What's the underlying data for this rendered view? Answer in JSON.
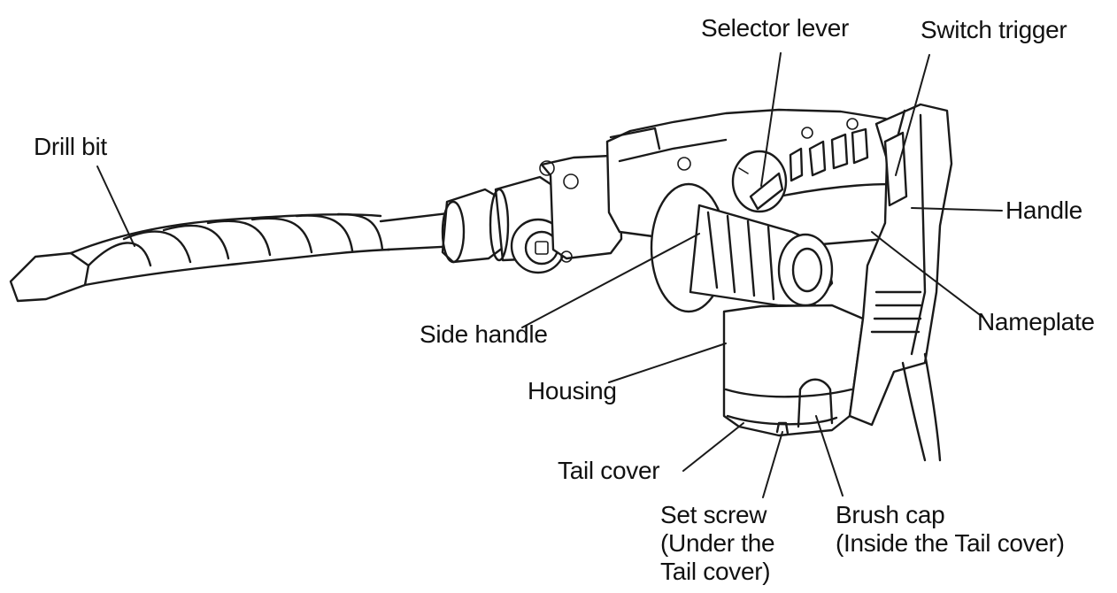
{
  "labels": {
    "drill_bit": "Drill bit",
    "selector_lever": "Selector lever",
    "switch_trigger": "Switch trigger",
    "handle": "Handle",
    "nameplate": "Nameplate",
    "side_handle": "Side handle",
    "housing": "Housing",
    "tail_cover": "Tail cover",
    "set_screw": [
      "Set screw",
      "(Under the",
      "Tail cover)"
    ],
    "brush_cap": [
      "Brush cap",
      "(Inside the Tail cover)"
    ]
  },
  "colors": {
    "ink": "#1a1a1a",
    "background": "#ffffff"
  }
}
